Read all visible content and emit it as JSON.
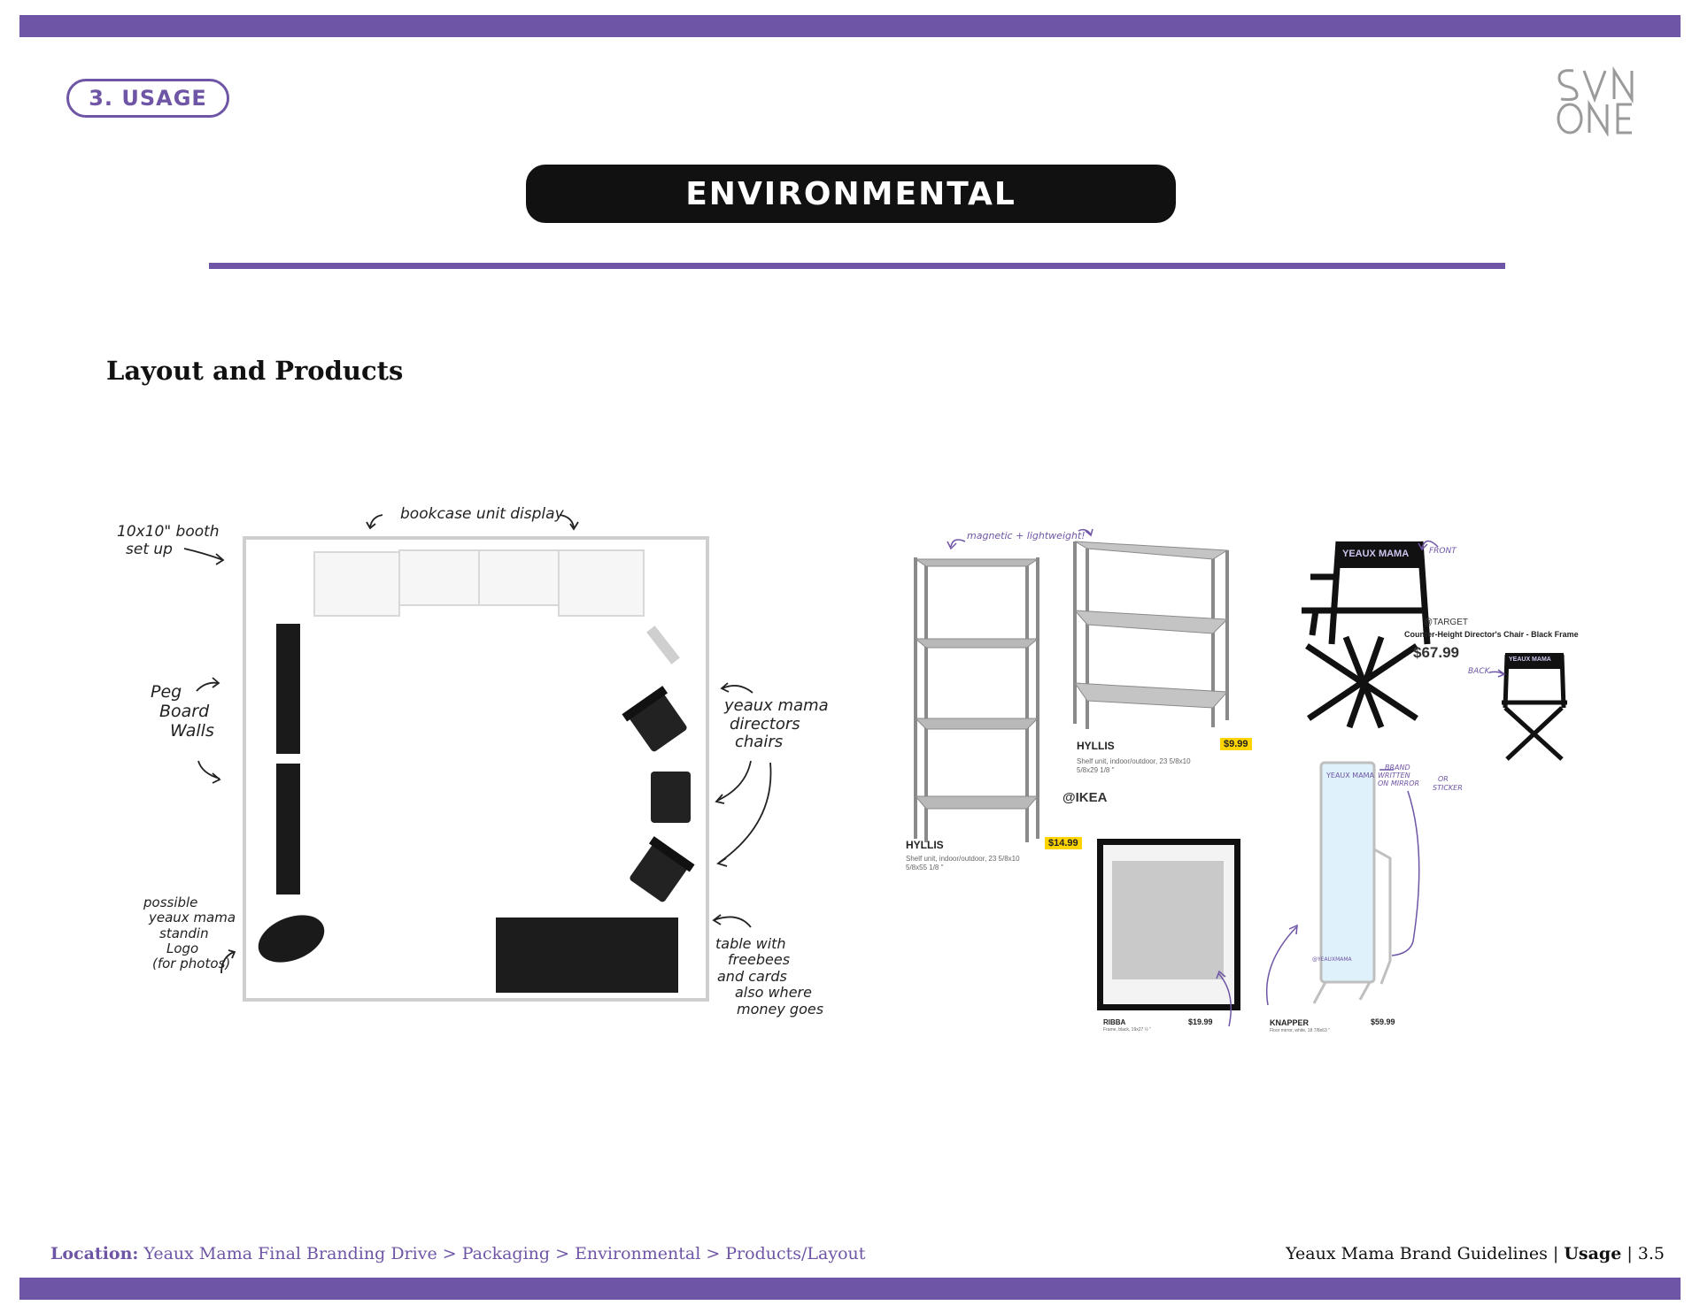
{
  "header": {
    "section_label": "3. USAGE",
    "brand_logo_text": "SVN ONE",
    "title": "ENVIRONMENTAL"
  },
  "section_heading": "Layout and Products",
  "sketch_notes": {
    "booth_size_line1": "10x10\" booth",
    "booth_size_line2": "set up",
    "bookcase": "bookcase unit display",
    "peg_board_line1": "Peg",
    "peg_board_line2": "Board",
    "peg_board_line3": "Walls",
    "chairs_line1": "yeaux mama",
    "chairs_line2": "directors",
    "chairs_line3": "chairs",
    "standin_line1": "possible",
    "standin_line2": "yeaux mama",
    "standin_line3": "standin",
    "standin_line4": "Logo",
    "standin_line5": "(for photos)",
    "table_line1": "table with",
    "table_line2": "freebees",
    "table_line3": "and cards",
    "table_line4": "also where",
    "table_line5": "money goes"
  },
  "products": {
    "shelf_note": "magnetic + lightweight!",
    "hyllis_tall": {
      "name": "HYLLIS",
      "desc_line1": "Shelf unit, indoor/outdoor, 23 5/8x10",
      "desc_line2": "5/8x55 1/8 \"",
      "price": "$14.99"
    },
    "hyllis_short": {
      "name": "HYLLIS",
      "desc_line1": "Shelf unit, indoor/outdoor, 23 5/8x10",
      "desc_line2": "5/8x29 1/8 \"",
      "price": "$9.99"
    },
    "ikea_label": "@IKEA",
    "chair": {
      "front_label": "FRONT",
      "back_label": "BACK",
      "store": "@TARGET",
      "title": "Counter-Height Director's Chair - Black Frame",
      "price": "$67.99",
      "print_text": "YEAUX MAMA"
    },
    "ribba": {
      "name": "RIBBA",
      "desc": "Frame, black, 19x27 ½ \"",
      "price": "$19.99"
    },
    "knapper": {
      "name": "KNAPPER",
      "desc": "Floor mirror, white, 18 7/8x63 \"",
      "price": "$59.99"
    },
    "mirror_note_line1": "BRAND",
    "mirror_note_line2": "WRITTEN",
    "mirror_note_line3": "ON MIRROR",
    "mirror_note_or": "OR",
    "mirror_note_sticker": "STICKER",
    "mirror_top_text": "YEAUX MAMA",
    "mirror_bottom_text": "@YEAUXMAMA"
  },
  "footer": {
    "location_label": "Location:",
    "location_path": "Yeaux Mama Final Branding Drive > Packaging > Environmental > Products/Layout",
    "doc_title": "Yeaux Mama Brand Guidelines | ",
    "doc_section": "Usage",
    "page_number": " | 3.5"
  },
  "colors": {
    "accent": "#6f55a5",
    "dark": "#111111"
  }
}
